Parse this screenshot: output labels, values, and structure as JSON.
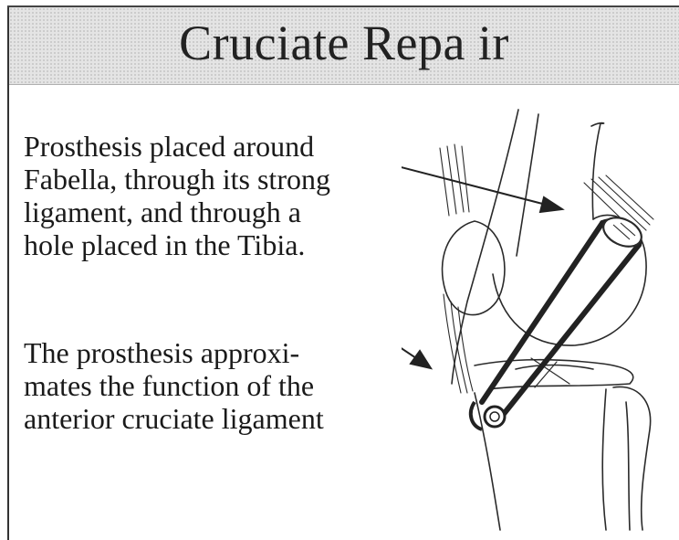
{
  "slide": {
    "title": "Cruciate Repa ir",
    "paragraph1": [
      "Prosthesis placed around",
      "Fabella, through its strong",
      "ligament, and through a",
      "hole placed in the Tibia."
    ],
    "paragraph2": [
      "The prosthesis approxi-",
      "mates the function of the",
      "anterior cruciate ligament"
    ]
  },
  "colors": {
    "header_bg": "#e4e4e4",
    "text": "#1a1a1a",
    "line": "#222222"
  }
}
